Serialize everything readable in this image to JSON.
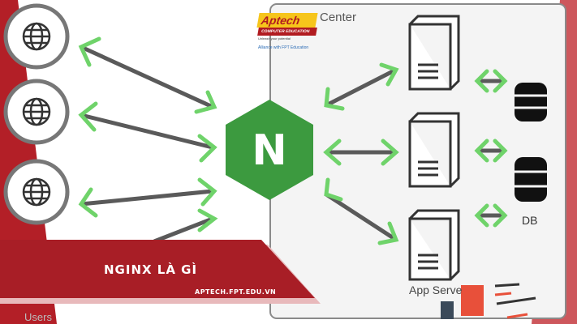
{
  "banner": {
    "title": "NGINX LÀ GÌ",
    "url": "APTECH.FPT.EDU.VN"
  },
  "logo": {
    "brand": "Aptech",
    "subtitle": "COMPUTER EDUCATION",
    "tagline": "Unleash your potential",
    "alliance": "Alliance with FPT Education"
  },
  "diagram": {
    "data_center_label": "Center",
    "db_label": "DB",
    "app_server_label": "App Serve",
    "users_label": "Users",
    "proxy_letter": "N"
  },
  "colors": {
    "brand_red": "#a81e26",
    "nginx_green": "#3c9a3f",
    "arrow_green": "#6fd36a",
    "arrow_gray": "#5a5a5a"
  }
}
